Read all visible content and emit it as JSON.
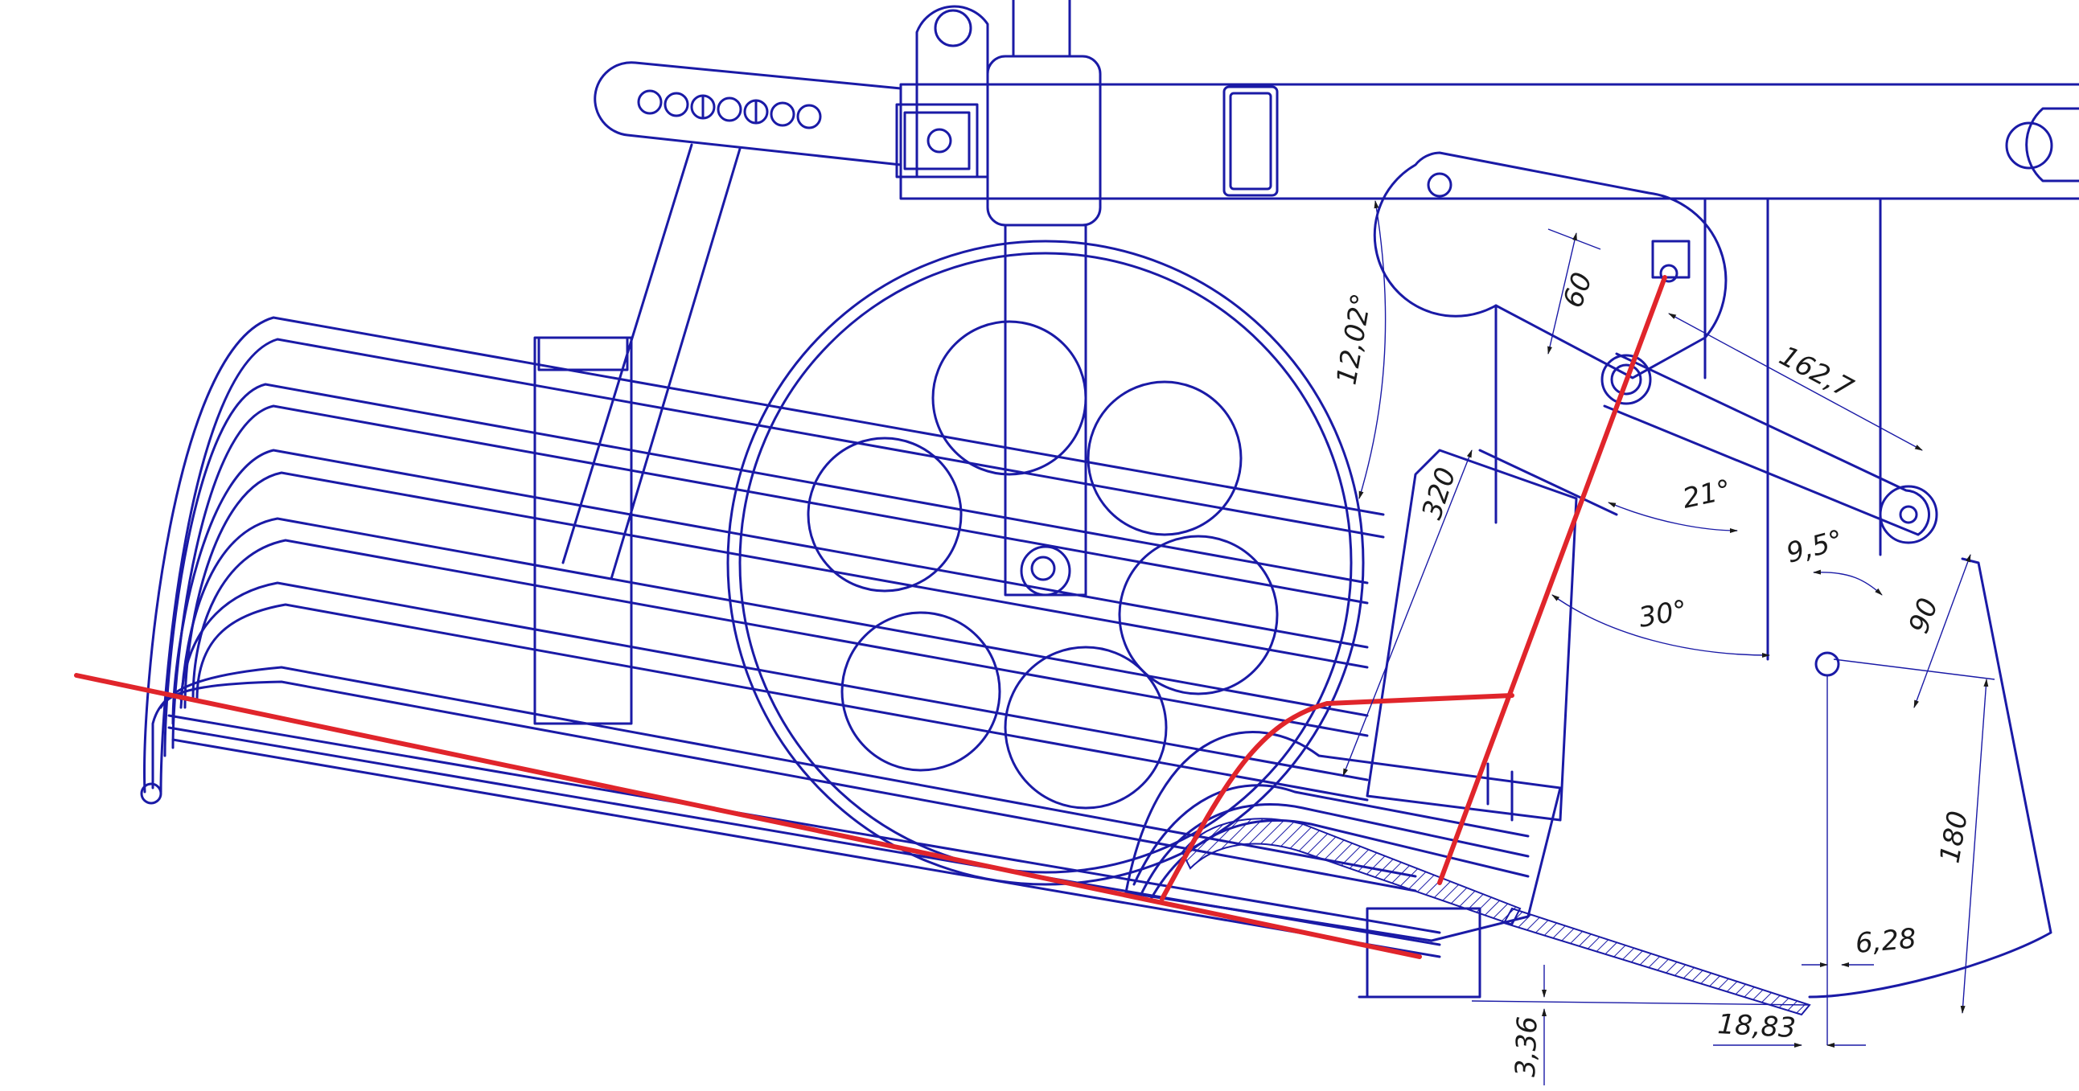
{
  "colors": {
    "background": "#ffffff",
    "drawing_lines": "#1a1aa6",
    "highlight": "#e0252b",
    "dimension_text": "#1a1a1a"
  },
  "dimensions": {
    "angle_top": "12,02°",
    "arm_60": "60",
    "arm_162": "162,7",
    "len_320": "320",
    "angle_21": "21°",
    "angle_9_5": "9,5°",
    "angle_30": "30°",
    "dim_90": "90",
    "dim_180": "180",
    "dim_6_28": "6,28",
    "dim_18_83": "18,83",
    "dim_3_36": "3,36"
  }
}
